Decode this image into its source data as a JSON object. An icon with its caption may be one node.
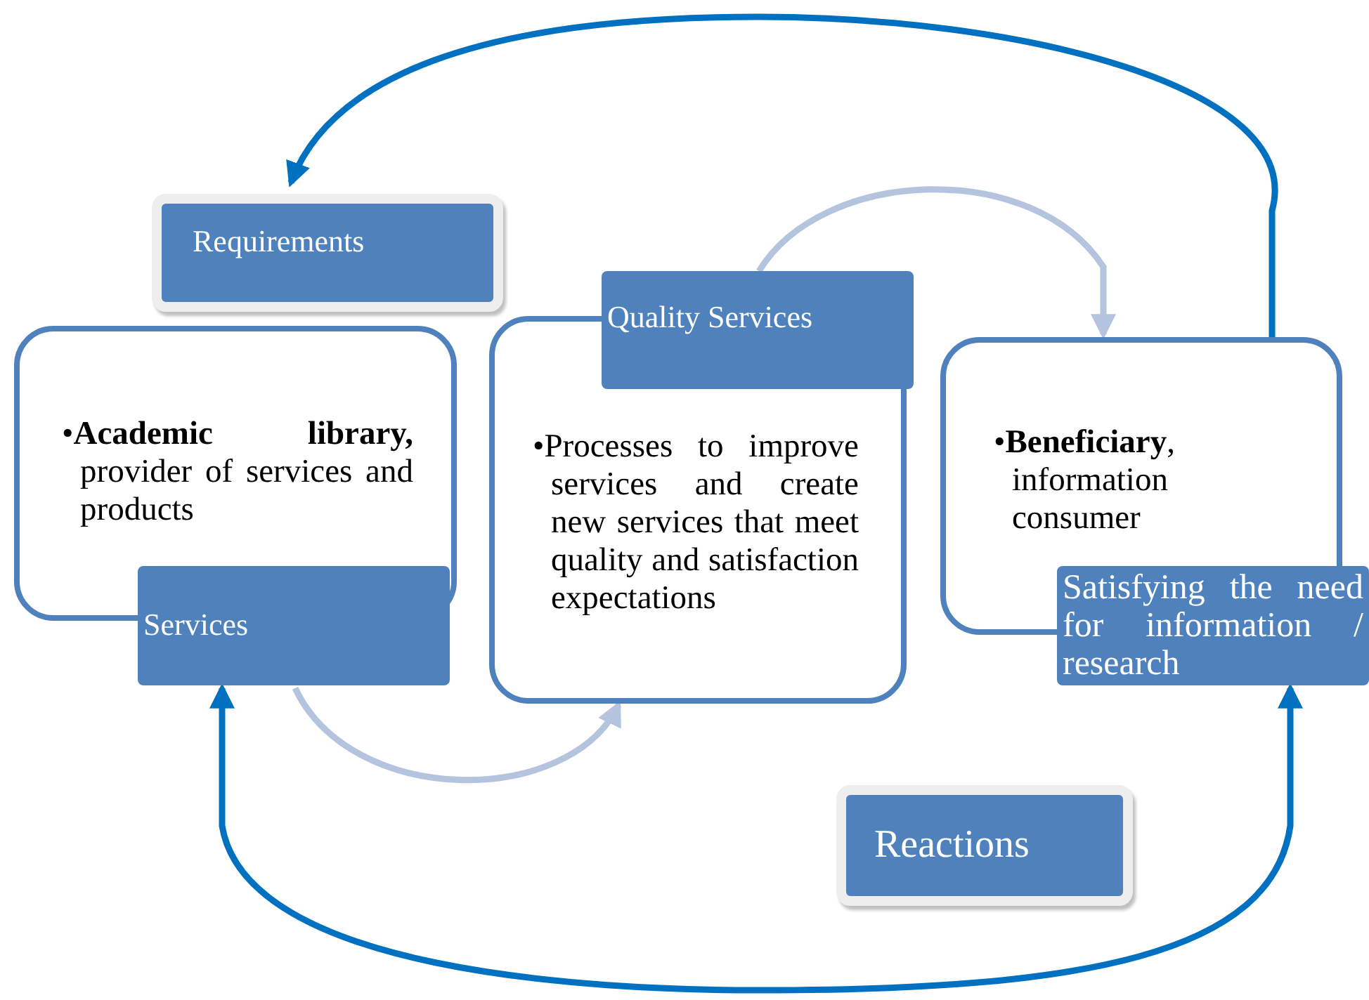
{
  "diagram": {
    "nodes": [
      {
        "text": [
          "Requirements"
        ]
      },
      {
        "text": [
          "•**Academic library,** provider of services and products",
          "Services"
        ]
      },
      {
        "text": [
          "Quality Services",
          "•Processes to improve services and create new services that meet quality and satisfaction expectations"
        ]
      },
      {
        "text": [
          "•**Beneficiary**, information consumer",
          "Satisfying the need for information / research"
        ]
      },
      {
        "text": [
          "Reactions"
        ]
      }
    ],
    "edges": [
      {
        "from": 3,
        "to": 0,
        "arrow": "to"
      },
      {
        "from": 2,
        "to": 3,
        "arrow": "to",
        "color": "#b4c3de"
      },
      {
        "from": 1,
        "to": 2,
        "arrow": "to",
        "color": "#b4c3de"
      },
      {
        "from": 1,
        "to": 3,
        "arrow": "both"
      }
    ]
  }
}
